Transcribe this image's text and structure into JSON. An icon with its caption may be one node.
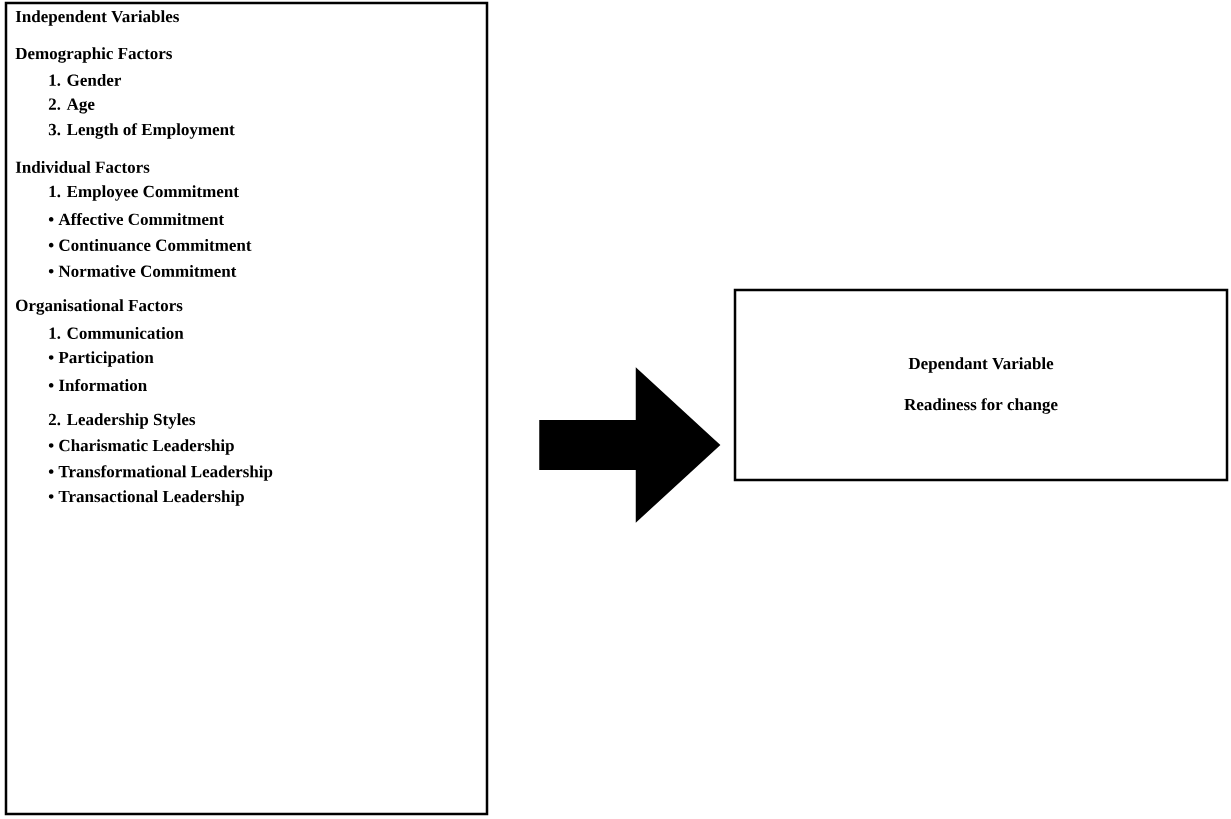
{
  "diagram": {
    "nodes": [
      {
        "text": [
          "Independent Variables",
          "Demographic Factors",
          "1. Gender",
          "2. Age",
          "3. Length of Employment",
          "Individual Factors",
          "1. Employee Commitment",
          "• Affective Commitment",
          "• Continuance Commitment",
          "• Normative Commitment",
          "Organisational Factors",
          "1. Communication",
          "• Participation",
          "• Information",
          "2. Leadership Styles",
          "• Charismatic Leadership",
          "• Transformational Leadership",
          "• Transactional Leadership"
        ]
      },
      {
        "text": [
          "Dependant Variable",
          "Readiness for change"
        ]
      }
    ],
    "edges": [
      {
        "from": 0,
        "to": 1,
        "arrow": "to"
      }
    ]
  }
}
